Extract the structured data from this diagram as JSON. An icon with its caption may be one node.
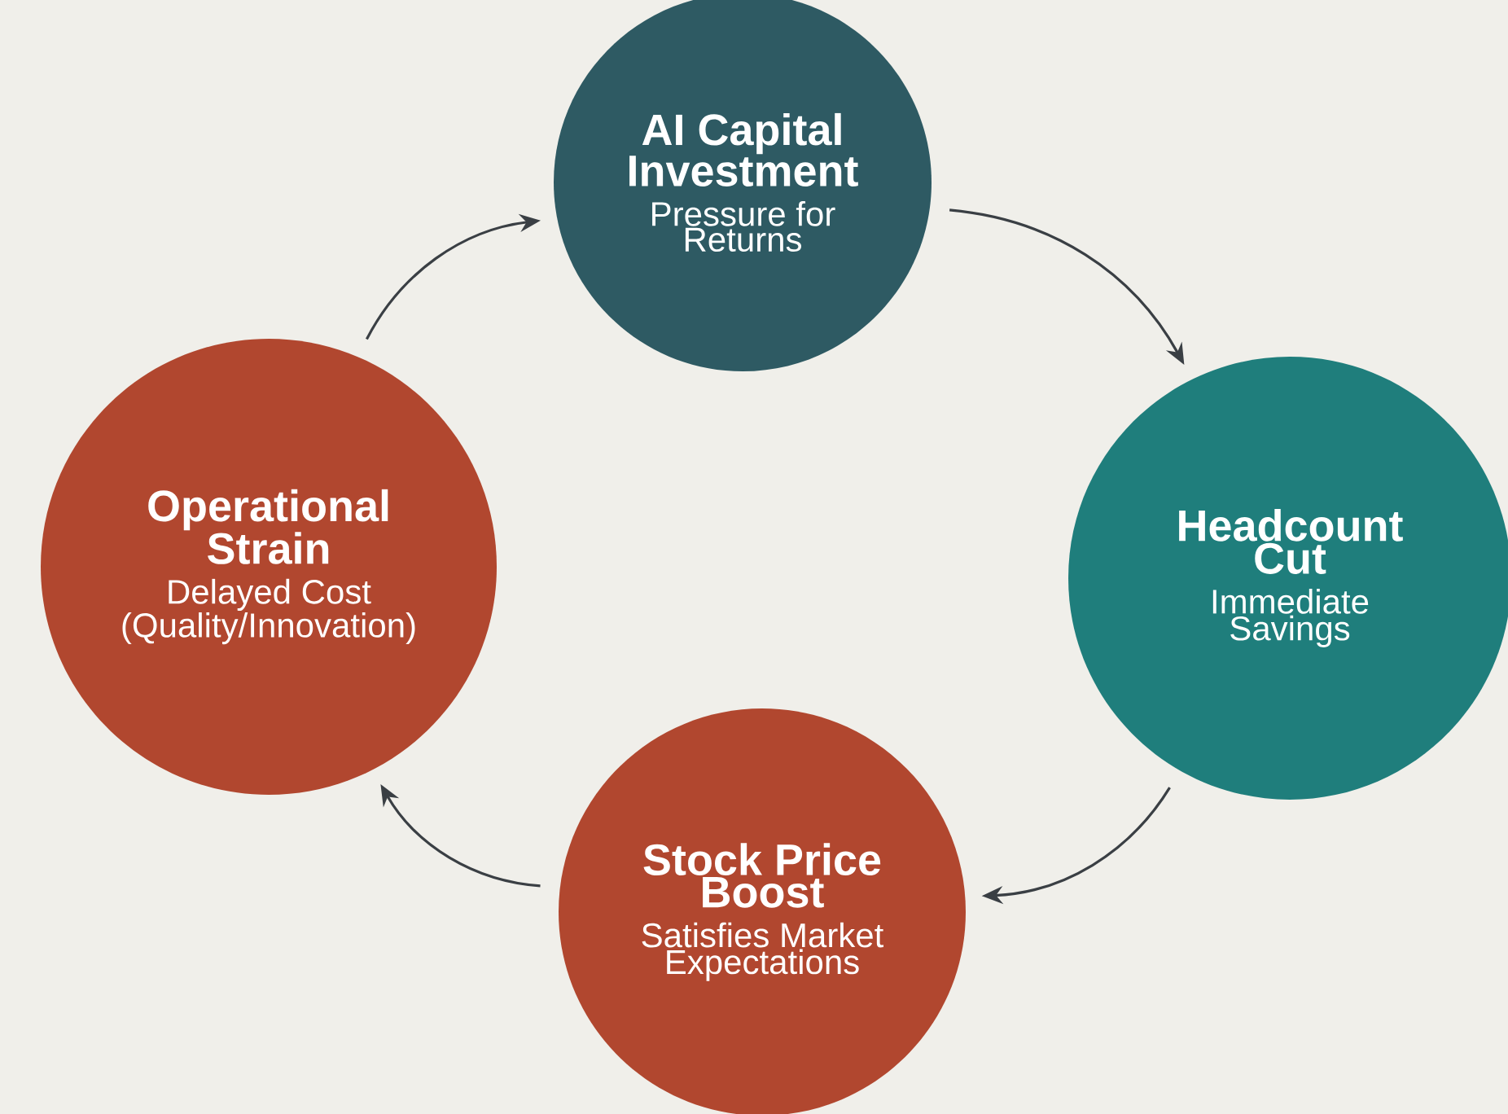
{
  "diagram": {
    "nodes": [
      {
        "text": [
          "AI Capital Investment",
          "Pressure for Returns"
        ]
      },
      {
        "text": [
          "Headcount Cut",
          "Immediate Savings"
        ]
      },
      {
        "text": [
          "Stock Price Boost",
          "Satisfies Market Expectations"
        ]
      },
      {
        "text": [
          "Operational Strain",
          "Delayed Cost (Quality/Innovation)"
        ]
      }
    ],
    "edges": [
      {
        "from": 0,
        "to": 1,
        "arrow": "to"
      },
      {
        "from": 1,
        "to": 2,
        "arrow": "to"
      },
      {
        "from": 2,
        "to": 3,
        "arrow": "to"
      },
      {
        "from": 3,
        "to": 0,
        "arrow": "to"
      }
    ]
  }
}
